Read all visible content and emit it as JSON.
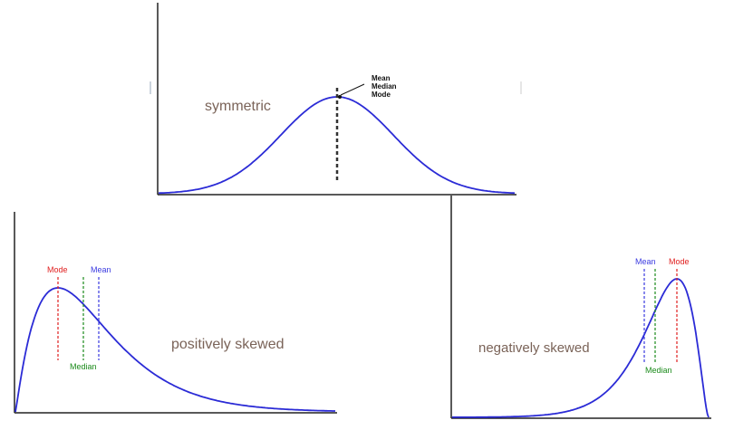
{
  "panels": {
    "symmetric": {
      "title": "symmetric",
      "annotation": [
        "Mean",
        "Median",
        "Mode"
      ]
    },
    "positive": {
      "title": "positively skewed",
      "labels": {
        "mode": "Mode",
        "mean": "Mean",
        "median": "Median"
      }
    },
    "negative": {
      "title": "negatively skewed",
      "labels": {
        "mean": "Mean",
        "mode": "Mode",
        "median": "Median"
      }
    }
  },
  "colors": {
    "curve": "#2b2bd6",
    "mode": "#e02020",
    "mean": "#3a3ae0",
    "median": "#1a8a1a",
    "axis": "#222222",
    "symmetric_line": "#333333"
  }
}
